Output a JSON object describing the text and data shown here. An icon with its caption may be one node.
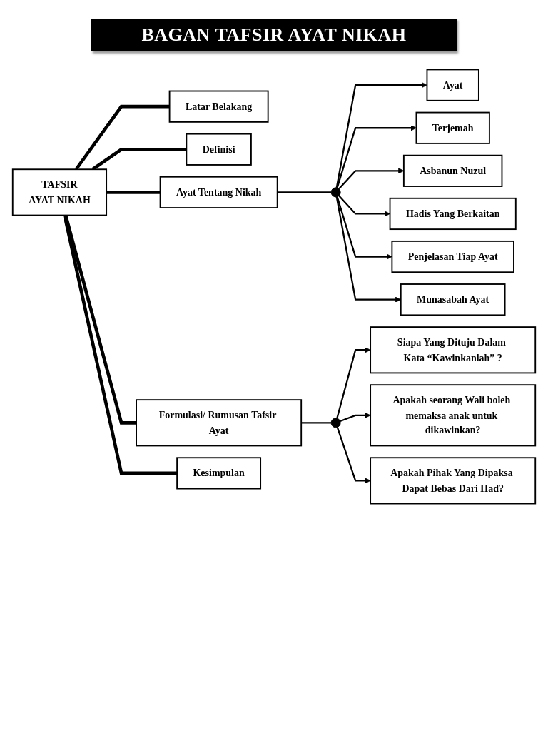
{
  "diagram": {
    "title": "BAGAN TAFSIR AYAT NIKAH",
    "nodes": [
      {
        "text": [
          "TAFSIR",
          "AYAT NIKAH"
        ]
      },
      {
        "text": [
          "Latar Belakang"
        ]
      },
      {
        "text": [
          "Definisi"
        ]
      },
      {
        "text": [
          "Ayat Tentang Nikah"
        ]
      },
      {
        "text": [],
        "shape": "circle"
      },
      {
        "text": [
          "Ayat"
        ]
      },
      {
        "text": [
          "Terjemah"
        ]
      },
      {
        "text": [
          "Asbanun Nuzul"
        ]
      },
      {
        "text": [
          "Hadis Yang Berkaitan"
        ]
      },
      {
        "text": [
          "Penjelasan Tiap Ayat"
        ]
      },
      {
        "text": [
          "Munasabah Ayat"
        ]
      },
      {
        "text": [
          "Formulasi/ Rumusan Tafsir Ayat"
        ]
      },
      {
        "text": [],
        "shape": "circle"
      },
      {
        "text": [
          "Siapa Yang Dituju Dalam Kata “Kawinkanlah” ?"
        ]
      },
      {
        "text": [
          "Apakah seorang Wali boleh memaksa anak untuk dikawinkan?"
        ]
      },
      {
        "text": [
          "Apakah Pihak Yang Dipaksa Dapat Bebas Dari Had?"
        ]
      },
      {
        "text": [
          "Kesimpulan"
        ]
      }
    ],
    "edges": [
      {
        "from": 0,
        "to": 1,
        "arrow": "none",
        "style": "thick"
      },
      {
        "from": 0,
        "to": 2,
        "arrow": "none",
        "style": "thick"
      },
      {
        "from": 0,
        "to": 3,
        "arrow": "none",
        "style": "thick"
      },
      {
        "from": 0,
        "to": 11,
        "arrow": "none",
        "style": "thick"
      },
      {
        "from": 0,
        "to": 16,
        "arrow": "none",
        "style": "thick"
      },
      {
        "from": 3,
        "to": 4,
        "arrow": "none"
      },
      {
        "from": 4,
        "to": 5,
        "arrow": "to"
      },
      {
        "from": 4,
        "to": 6,
        "arrow": "to"
      },
      {
        "from": 4,
        "to": 7,
        "arrow": "to"
      },
      {
        "from": 4,
        "to": 8,
        "arrow": "to"
      },
      {
        "from": 4,
        "to": 9,
        "arrow": "to"
      },
      {
        "from": 4,
        "to": 10,
        "arrow": "to"
      },
      {
        "from": 11,
        "to": 12,
        "arrow": "none"
      },
      {
        "from": 12,
        "to": 13,
        "arrow": "to"
      },
      {
        "from": 12,
        "to": 14,
        "arrow": "to"
      },
      {
        "from": 12,
        "to": 15,
        "arrow": "to"
      }
    ]
  }
}
